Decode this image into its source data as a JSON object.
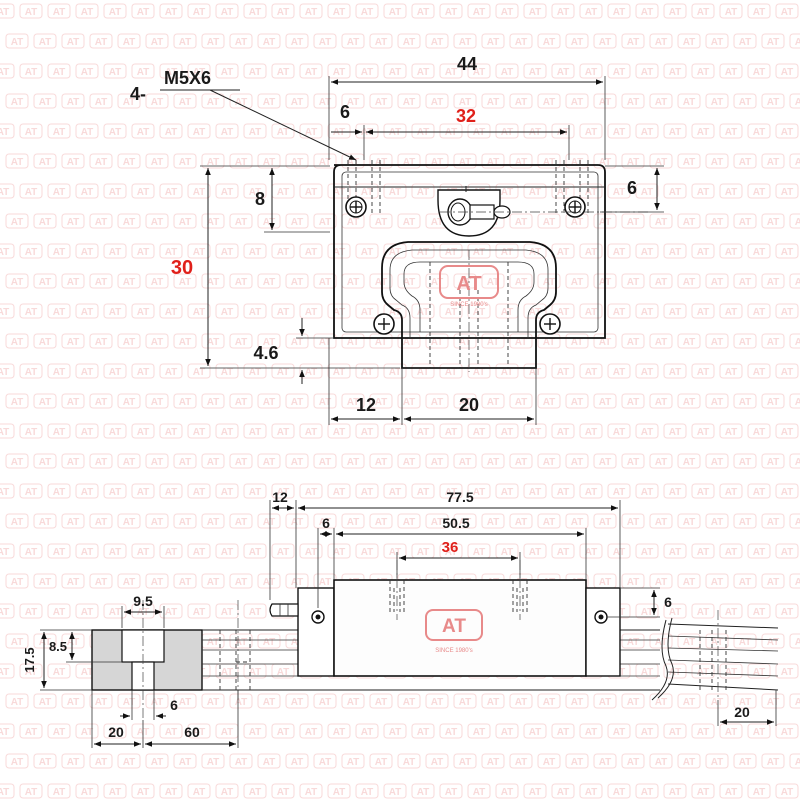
{
  "brand": {
    "logo_text": "AT",
    "logo_sub": "SINCE 1980's",
    "watermark_color": "#e87b7b"
  },
  "colors": {
    "line": "#1a1a1a",
    "highlight": "#e0201a",
    "block_fill": "#fafafa",
    "rail_end_fill": "#d4d4d4"
  },
  "front_view": {
    "callout_prefix": "4-",
    "callout_thread": "M5X6",
    "dim_width": "44",
    "dim_left_offset": "6",
    "dim_mount_pitch": "32",
    "dim_height": "30",
    "dim_mount_depth": "8",
    "dim_grease_height": "6",
    "dim_clearance": "4.6",
    "dim_side": "12",
    "dim_rail_width": "20"
  },
  "side_view": {
    "dim_grease_nipple": "12",
    "dim_total_length": "77.5",
    "dim_end_offset": "6",
    "dim_body_length": "50.5",
    "dim_hole_pitch": "36",
    "dim_nipple_height": "6",
    "dim_counterbore_dia": "9.5",
    "dim_counterbore_depth": "8.5",
    "dim_rail_height": "17.5",
    "dim_bolt_dia": "6",
    "dim_first_hole": "20",
    "dim_hole_spacing": "60",
    "dim_end_gap": "20"
  }
}
